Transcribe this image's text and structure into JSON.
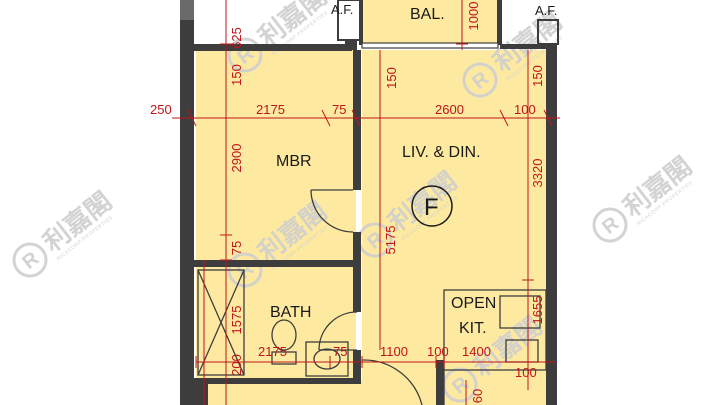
{
  "rooms": {
    "balcony": "BAL.",
    "af_left": "A.F.",
    "af_right": "A.F.",
    "master_bedroom": "MBR",
    "living_dining": "LIV. & DIN.",
    "bathroom": "BATH",
    "kitchen_line1": "OPEN",
    "kitchen_line2": "KIT."
  },
  "flat_letter": "F",
  "watermark": {
    "brand": "利嘉閣",
    "sub": "RICACORP PROPERTIES"
  },
  "dimensions": {
    "d625": "625",
    "d150_top_left": "150",
    "d1000": "1000",
    "d150_mid": "150",
    "d150_right": "150",
    "d250": "250",
    "d2175_top": "2175",
    "d75_top": "75",
    "d2600": "2600",
    "d100_top": "100",
    "d2900": "2900",
    "d3320": "3320",
    "d5175": "5175",
    "d75_left": "75",
    "d1575": "1575",
    "d200": "200",
    "d2175_bottom": "2175",
    "d75_bottom": "75",
    "d1100": "1100",
    "d100_bottom": "100",
    "d1400": "1400",
    "d1655": "1655",
    "d100_right_bottom": "100",
    "d60": "60"
  },
  "colors": {
    "floor": "#fdeaa0",
    "wall": "#3d3d3d",
    "dimension": "#c0141c",
    "label": "#1a1a1a"
  }
}
